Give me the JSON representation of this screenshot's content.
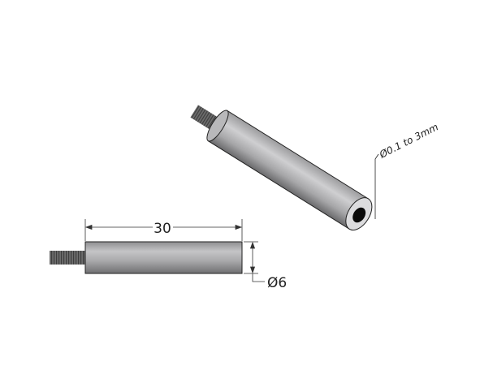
{
  "drawing": {
    "length_dimension": "30",
    "diameter_dimension": "Ø6",
    "hole_annotation": "Ø0.1 to 3mm"
  }
}
